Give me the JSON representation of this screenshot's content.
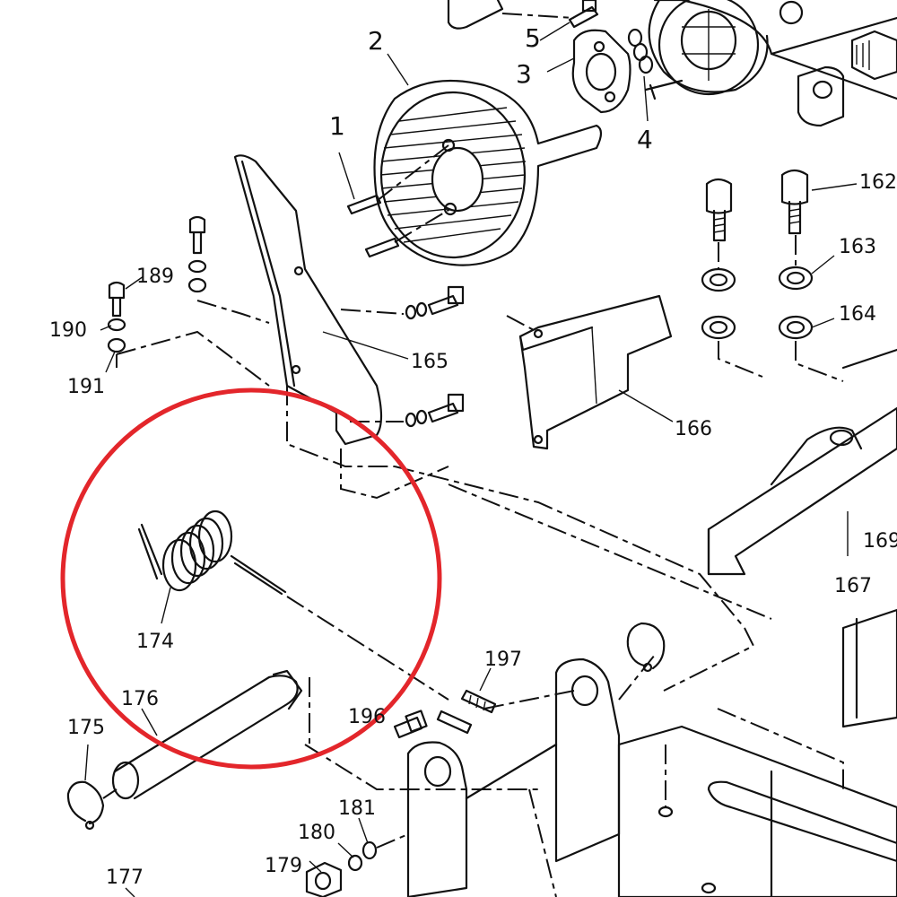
{
  "diagram": {
    "part_labels": {
      "p1": "1",
      "p2": "2",
      "p3": "3",
      "p4": "4",
      "p5": "5",
      "p162": "162",
      "p163": "163",
      "p164": "164",
      "p165": "165",
      "p166": "166",
      "p167": "167",
      "p169": "169",
      "p174": "174",
      "p175": "175",
      "p176": "176",
      "p177": "177",
      "p179": "179",
      "p180": "180",
      "p181": "181",
      "p189": "189",
      "p190": "190",
      "p191": "191",
      "p196": "196",
      "p197": "197"
    },
    "highlight": {
      "shape": "circle",
      "color": "#e3262b",
      "target_part": "174"
    },
    "line_color": "#111111",
    "background": "#ffffff"
  }
}
